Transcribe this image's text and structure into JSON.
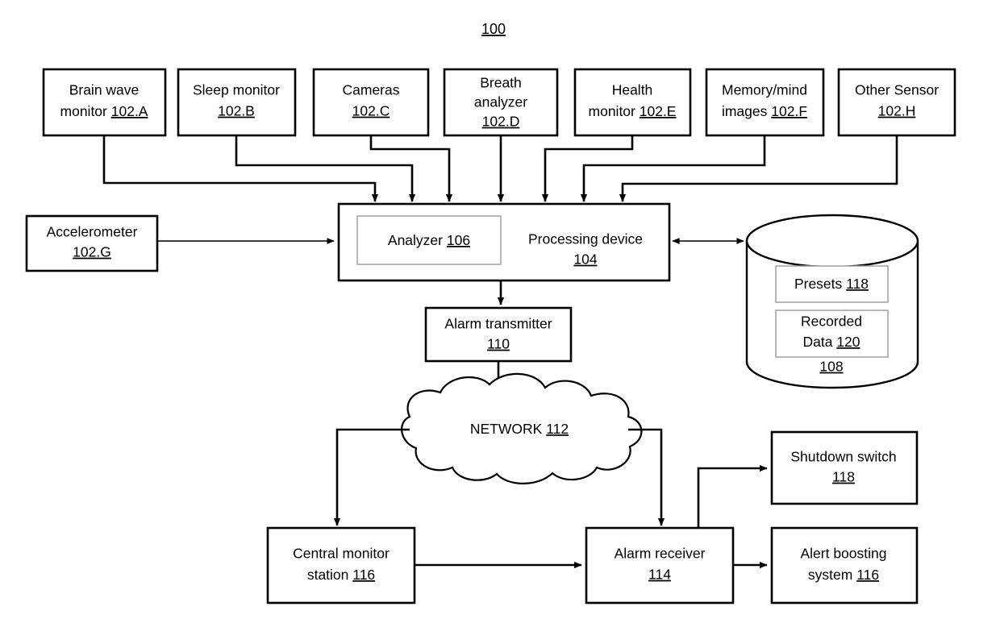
{
  "figure": {
    "number": "100",
    "caption": "",
    "type": "patent-block-diagram"
  },
  "sensors": [
    {
      "id": "102.A",
      "line1": "Brain wave",
      "line2": "monitor",
      "ref": "102.A",
      "name": "Brain wave monitor"
    },
    {
      "id": "102.B",
      "line1": "Sleep monitor",
      "line2": "",
      "ref": "102.B",
      "name": "Sleep monitor"
    },
    {
      "id": "102.C",
      "line1": "Cameras",
      "line2": "",
      "ref": "102.C",
      "name": "Cameras"
    },
    {
      "id": "102.D",
      "line1": "Breath",
      "line2": "analyzer",
      "ref": "102.D",
      "name": "Breath analyzer"
    },
    {
      "id": "102.E",
      "line1": "Health",
      "line2": "monitor",
      "ref": "102.E",
      "name": "Health monitor"
    },
    {
      "id": "102.F",
      "line1": "Memory/mind",
      "line2": "images",
      "ref": "102.F",
      "name": "Memory/mind images"
    },
    {
      "id": "102.H",
      "line1": "Other Sensor",
      "line2": "",
      "ref": "102.H",
      "name": "Other Sensor"
    }
  ],
  "accelerometer": {
    "label": "Accelerometer",
    "ref": "102.G"
  },
  "processing_device": {
    "label": "Processing device",
    "ref": "104",
    "analyzer": {
      "label": "Analyzer",
      "ref": "106"
    }
  },
  "database": {
    "ref": "108",
    "items": [
      {
        "label": "Presets",
        "ref": "118"
      },
      {
        "label": "Recorded",
        "label2": "Data",
        "ref": "120"
      }
    ]
  },
  "alarm_transmitter": {
    "label": "Alarm transmitter",
    "ref": "110"
  },
  "network": {
    "label": "NETWORK",
    "ref": "112"
  },
  "central_monitor_station": {
    "line1": "Central monitor",
    "line2": "station",
    "ref": "116"
  },
  "alarm_receiver": {
    "label": "Alarm receiver",
    "ref": "114"
  },
  "shutdown_switch": {
    "label": "Shutdown switch",
    "ref": "118"
  },
  "alert_boosting_system": {
    "line1": "Alert boosting",
    "line2": "system",
    "ref": "116"
  },
  "colors": {
    "stroke": "#000000",
    "background": "#ffffff",
    "inner_border": "#9a9a9a"
  }
}
